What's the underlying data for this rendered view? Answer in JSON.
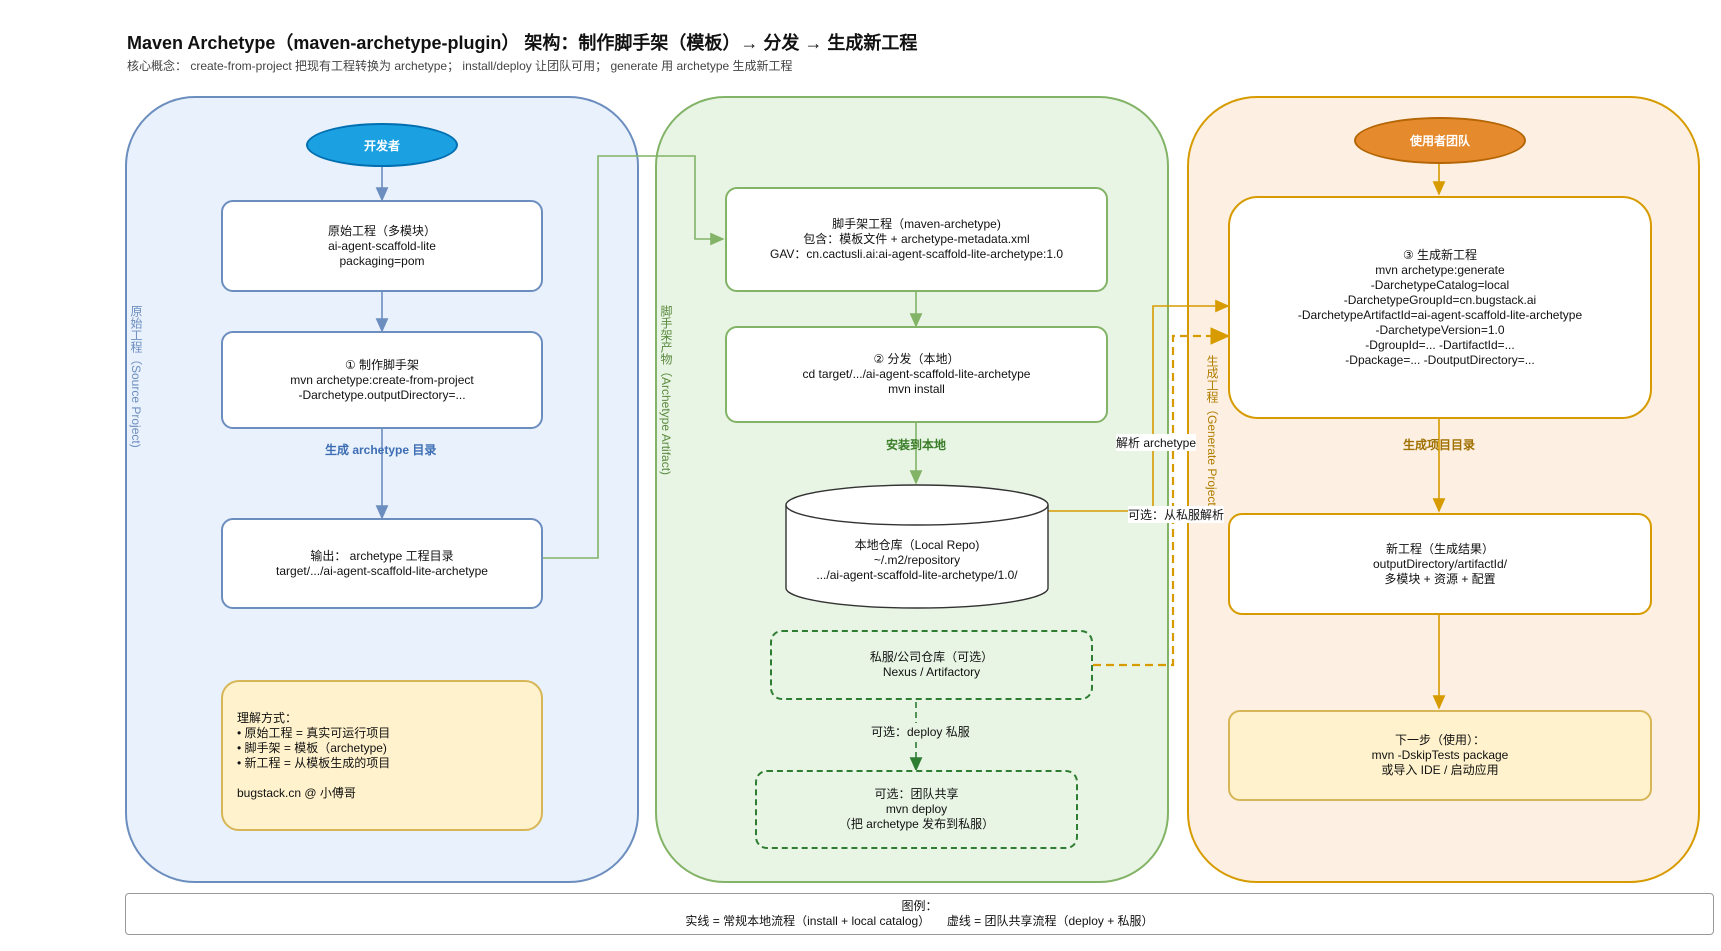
{
  "header": {
    "title": "Maven Archetype（maven-archetype-plugin） 架构：制作脚手架（模板）→ 分发 → 生成新工程",
    "subtitle": "核心概念： create-from-project 把现有工程转换为 archetype； install/deploy 让团队可用； generate 用 archetype 生成新工程"
  },
  "lanes": {
    "source": {
      "label": "原始工程（Source Project)"
    },
    "artifact": {
      "label": "脚手架产物（Archetype Artifact)"
    },
    "generate": {
      "label": "生成工程（Generate Project)"
    }
  },
  "source": {
    "actor": "开发者",
    "original": [
      "原始工程（多模块）",
      "ai-agent-scaffold-lite",
      "packaging=pom"
    ],
    "make": [
      "① 制作脚手架",
      "mvn archetype:create-from-project",
      "-Darchetype.outputDirectory=..."
    ],
    "edge_label": "生成 archetype 目录",
    "output": [
      "输出： archetype 工程目录",
      "target/.../ai-agent-scaffold-lite-archetype"
    ],
    "note": [
      "理解方式：",
      "• 原始工程 = 真实可运行项目",
      "• 脚手架 = 模板（archetype)",
      "• 新工程 = 从模板生成的项目",
      "",
      "bugstack.cn @ 小傅哥"
    ]
  },
  "artifact": {
    "project": [
      "脚手架工程（maven-archetype)",
      "包含：模板文件 + archetype-metadata.xml",
      "GAV：cn.cactusli.ai:ai-agent-scaffold-lite-archetype:1.0"
    ],
    "distribute": [
      "② 分发（本地）",
      "cd target/.../ai-agent-scaffold-lite-archetype",
      "mvn install"
    ],
    "edge_label": "安装到本地",
    "repo": [
      "本地仓库（Local Repo)",
      "~/.m2/repository",
      ".../ai-agent-scaffold-lite-archetype/1.0/"
    ],
    "private": [
      "私服/公司仓库（可选）",
      "Nexus / Artifactory"
    ],
    "deploy_label": "可选：deploy 私服",
    "share": [
      "可选：团队共享",
      "mvn deploy",
      "（把 archetype 发布到私服）"
    ]
  },
  "generate": {
    "actor": "使用者团队",
    "cmd": [
      "③ 生成新工程",
      "mvn archetype:generate",
      "-DarchetypeCatalog=local",
      "-DarchetypeGroupId=cn.bugstack.ai",
      "-DarchetypeArtifactId=ai-agent-scaffold-lite-archetype",
      "-DarchetypeVersion=1.0",
      "-DgroupId=... -DartifactId=...",
      "-Dpackage=... -DoutputDirectory=..."
    ],
    "edge_label": "生成项目目录",
    "result": [
      "新工程（生成结果）",
      "outputDirectory/artifactId/",
      "多模块 + 资源 + 配置"
    ],
    "next": [
      "下一步（使用）：",
      "mvn -DskipTests package",
      "或导入 IDE / 启动应用"
    ]
  },
  "cross": {
    "resolve_label": "解析 archetype",
    "private_label": "可选：从私服解析"
  },
  "legend": {
    "title": "图例：",
    "text": "实线 = 常规本地流程（install + local catalog）     虚线 = 团队共享流程（deploy + 私服）"
  },
  "colors": {
    "blue": "#6c8ebf",
    "green": "#82b366",
    "dark_green": "#2e7d32",
    "orange": "#d79b00",
    "actor_blue": "#1ba1e2",
    "actor_orange": "#e68a2e"
  }
}
